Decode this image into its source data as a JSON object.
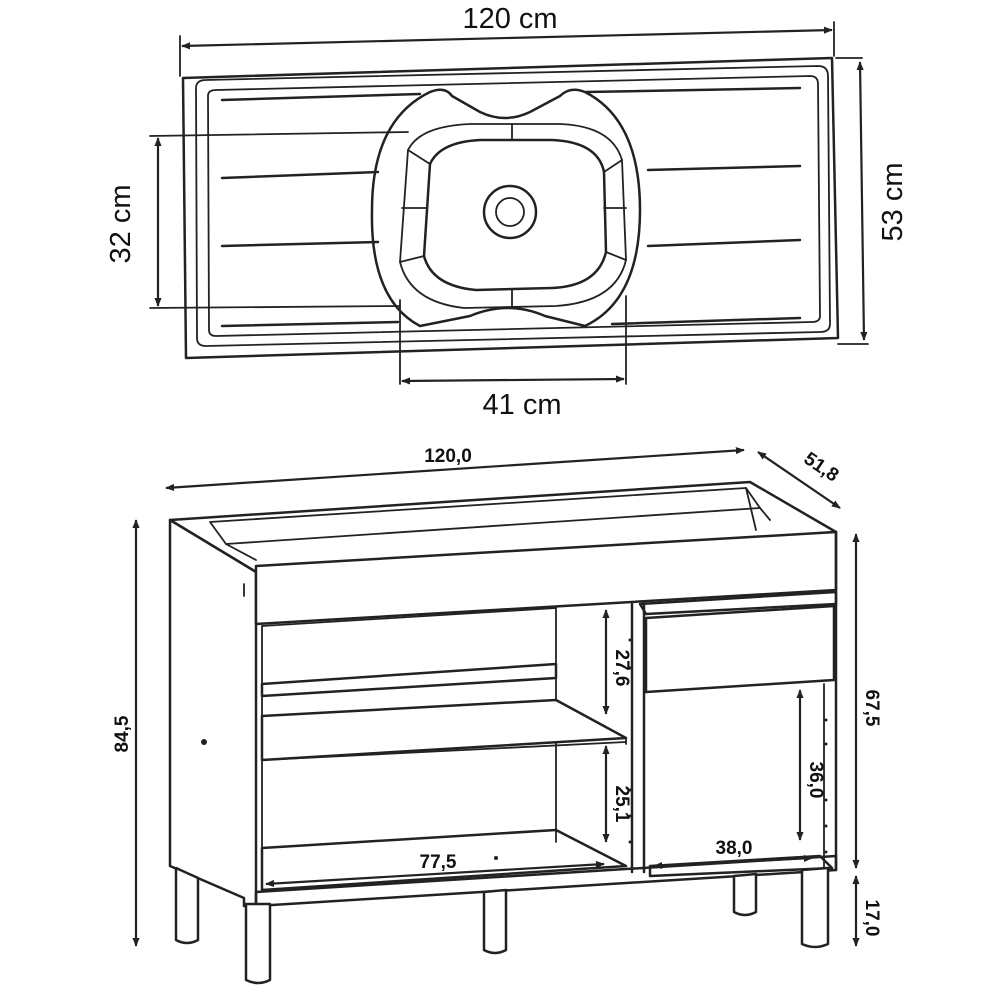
{
  "sink_top_view": {
    "width_label": "120 cm",
    "depth_label": "53 cm",
    "basin_depth_label": "32 cm",
    "basin_width_label": "41 cm"
  },
  "cabinet_view": {
    "width_label": "120,0",
    "depth_label": "51,8",
    "total_height_label": "84,5",
    "body_height_label": "67,5",
    "leg_height_label": "17,0",
    "upper_shelf_gap_label": "27,6",
    "lower_shelf_gap_label": "25,1",
    "left_inner_width_label": "77,5",
    "right_inner_width_label": "38,0",
    "right_inner_height_label": "36,0"
  }
}
